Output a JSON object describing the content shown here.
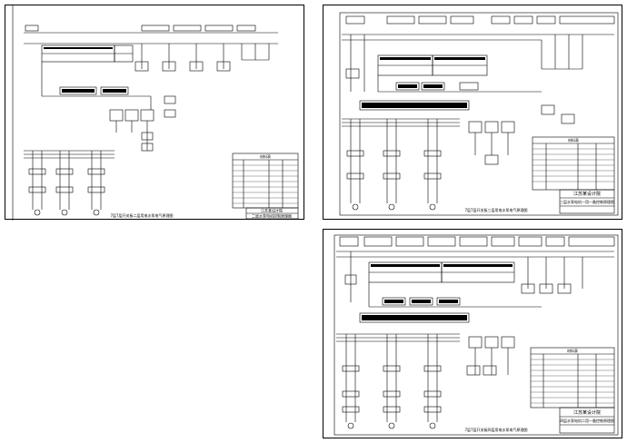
{
  "sheets": [
    {
      "id": "sheet-1",
      "footer_caption": "7层7层开关板二层用电水泵电气原理图",
      "title_block": {
        "company": "江苏某设计院",
        "drawing_title": "二层水泵电机控制原理图"
      },
      "legend_title": "材料表"
    },
    {
      "id": "sheet-2",
      "footer_caption": "7层7层开关板三层用电水泵电气原理图",
      "title_block": {
        "company": "江苏某设计院",
        "drawing_title": "三层水泵电机一用一备控制原理图"
      },
      "legend_title": "材料表"
    },
    {
      "id": "sheet-3",
      "footer_caption": "7层7层开关板四层用电水泵电气原理图",
      "title_block": {
        "company": "江苏某设计院",
        "drawing_title": "四层水泵电机二用一备控制原理图"
      },
      "legend_title": "材料表"
    }
  ],
  "colors": {
    "line": "#000000",
    "paper": "#ffffff"
  }
}
